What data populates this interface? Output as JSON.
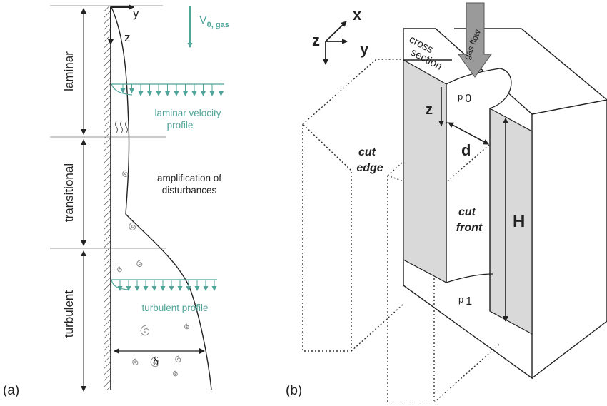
{
  "panel_a": {
    "label": "(a)",
    "axis_y": "y",
    "axis_z": "z",
    "gas_velocity": "V",
    "gas_velocity_sub": "0, gas",
    "regions": {
      "laminar": "laminar",
      "transitional": "transitional",
      "turbulent": "turbulent"
    },
    "laminar_profile": [
      "laminar velocity",
      "profile"
    ],
    "amplification": [
      "amplification of",
      "disturbances"
    ],
    "turbulent_profile": "turbulent profile",
    "thickness": "δ",
    "colors": {
      "teal": "#4fa59a",
      "line": "#222222"
    }
  },
  "panel_b": {
    "label": "(b)",
    "axis_x": "x",
    "axis_y": "y",
    "axis_z": "z",
    "cross_section": [
      "cross",
      "section"
    ],
    "gas_flow": "gas flow",
    "p0": "p",
    "p0_sub": "0",
    "p1": "p",
    "p1_sub": "1",
    "depth_z": "z",
    "width_d": "d",
    "height_H": "H",
    "cut_edge": [
      "cut",
      "edge"
    ],
    "cut_front": [
      "cut",
      "front"
    ],
    "colors": {
      "shade": "#d9d9d9",
      "arrow": "#9a9a9a"
    }
  }
}
